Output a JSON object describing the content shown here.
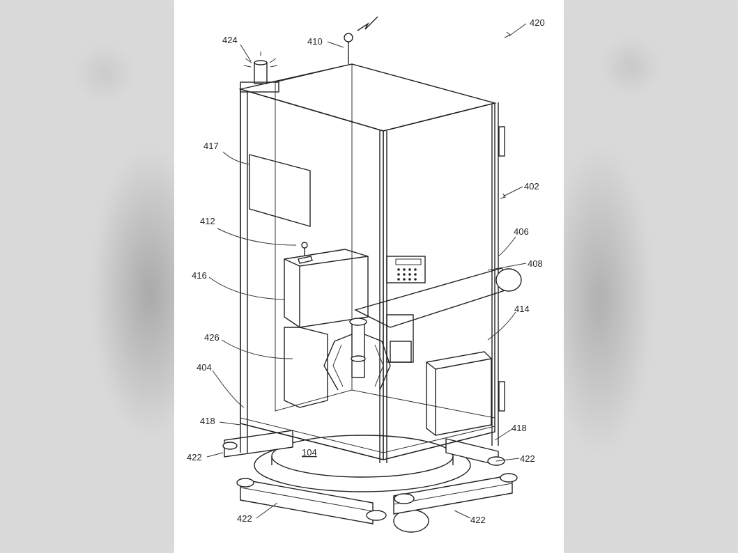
{
  "figure": {
    "labels": {
      "l420": "420",
      "l410": "410",
      "l424": "424",
      "l417": "417",
      "l402": "402",
      "l412": "412",
      "l406": "406",
      "l408": "408",
      "l416": "416",
      "l414": "414",
      "l426": "426",
      "l404": "404",
      "l418a": "418",
      "l418b": "418",
      "l422a": "422",
      "l422b": "422",
      "l422c": "422",
      "l422d": "422",
      "l104": "104"
    },
    "colors": {
      "background": "#d9d9d9",
      "sheet": "#ffffff",
      "line": "#222222"
    }
  }
}
